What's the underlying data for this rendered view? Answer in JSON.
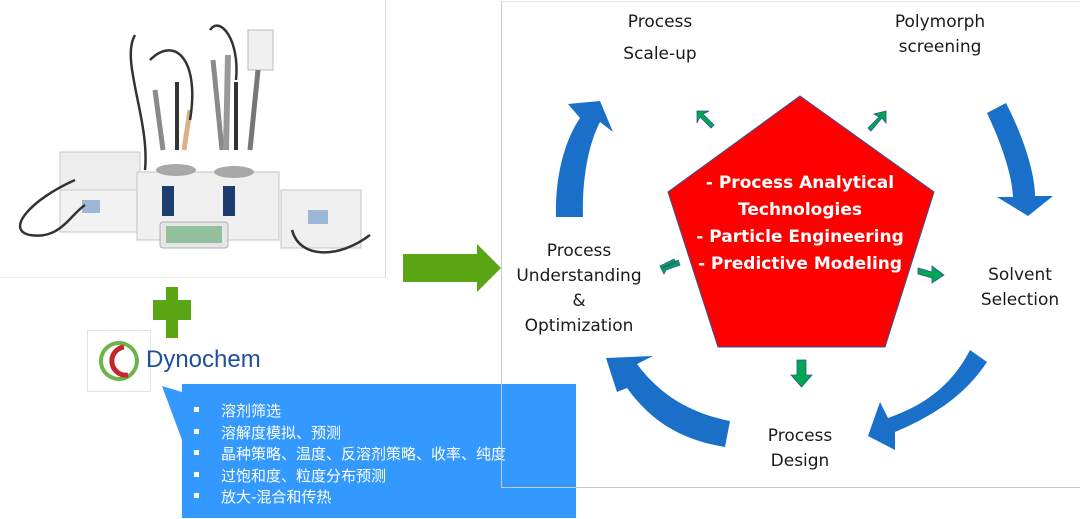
{
  "photo": {
    "description": "Lab crystallization workstation with reactors, probes and control units"
  },
  "plus_symbol": {
    "color": "#5aa514"
  },
  "flow_arrow": {
    "color": "#5aa514",
    "direction": "right"
  },
  "logo": {
    "name": "Dynochem"
  },
  "callout": {
    "color": "#3399ff",
    "items": [
      "溶剂筛选",
      "溶解度模拟、预测",
      "晶种策略、温度、反溶剂策略、收率、纯度",
      "过饱和度、粒度分布预测",
      "放大-混合和传热"
    ]
  },
  "diagram": {
    "center": {
      "color": "#ff0000",
      "lines": [
        "- Process Analytical",
        "Technologies",
        "- Particle Engineering",
        "- Predictive Modeling"
      ]
    },
    "cycle_arrow_color": "#1a70c8",
    "small_arrow_color": "#00a651",
    "stages": {
      "scale_up": [
        "Process",
        "Scale-up"
      ],
      "polymorph": [
        "Polymorph",
        "screening"
      ],
      "solvent": [
        "Solvent",
        "Selection"
      ],
      "design": [
        "Process",
        "Design"
      ],
      "understanding": [
        "Process",
        "Understanding",
        "&",
        "Optimization"
      ]
    }
  }
}
